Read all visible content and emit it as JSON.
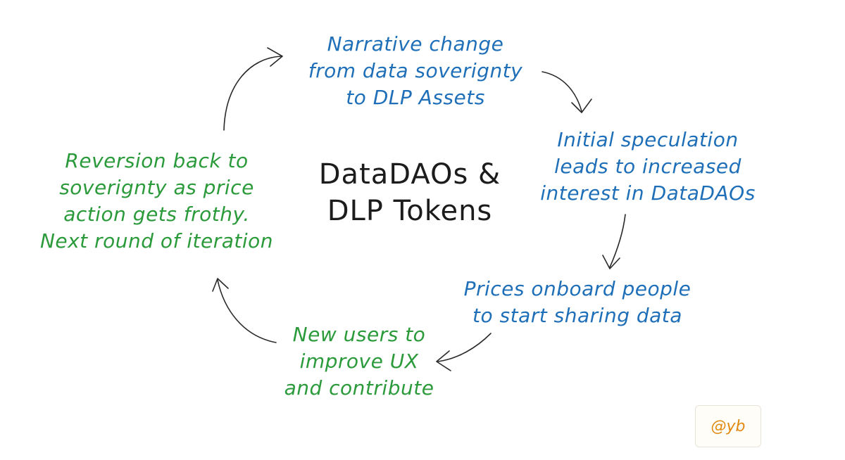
{
  "colors": {
    "blue": "#1e6fb8",
    "green": "#2a9a3a",
    "text_dark": "#1c1c1c",
    "badge_text": "#e08a12"
  },
  "center_title": {
    "line1": "DataDAOs &",
    "line2": "DLP Tokens"
  },
  "nodes": {
    "narrative": {
      "line1": "Narrative change",
      "line2": "from data soverignty",
      "line3": "to DLP Assets"
    },
    "speculation": {
      "line1": "Initial speculation",
      "line2": "leads to increased",
      "line3": "interest in DataDAOs"
    },
    "prices": {
      "line1": "Prices onboard people",
      "line2": "to start sharing data"
    },
    "new_users": {
      "line1": "New users to",
      "line2": "improve UX",
      "line3": "and contribute"
    },
    "reversion": {
      "line1": "Reversion back to",
      "line2": "soverignty as price",
      "line3": "action gets frothy.",
      "line4": "Next round of iteration"
    }
  },
  "badge": {
    "label": "@yb"
  }
}
